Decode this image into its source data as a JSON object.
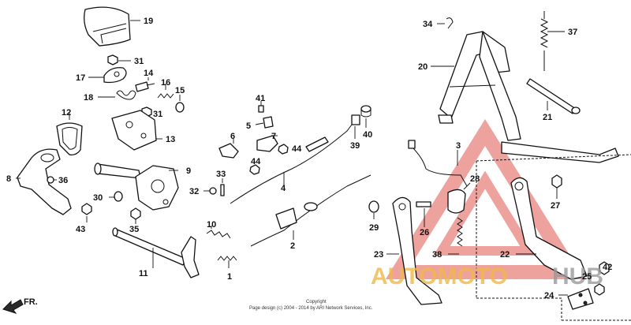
{
  "diagram": {
    "callouts": [
      "1",
      "2",
      "3",
      "4",
      "5",
      "6",
      "7",
      "8",
      "9",
      "10",
      "11",
      "12",
      "13",
      "14",
      "15",
      "16",
      "17",
      "18",
      "19",
      "20",
      "21",
      "22",
      "23",
      "24",
      "25",
      "26",
      "27",
      "28",
      "29",
      "30",
      "31",
      "32",
      "33",
      "34",
      "35",
      "36",
      "37",
      "38",
      "39",
      "40",
      "41",
      "42",
      "43",
      "44"
    ],
    "front_indicator": "FR.",
    "copyright_label": "Copyright",
    "copyright_line": "Page design (c) 2004 - 2014 by ARI Network Services, Inc.",
    "watermark": {
      "text_part1": "AUTOMOTO",
      "text_part2": "HUB",
      "color_part1": "#f0b94a",
      "color_part2": "#9a9a9a",
      "logo_color": "#e0554f"
    }
  }
}
